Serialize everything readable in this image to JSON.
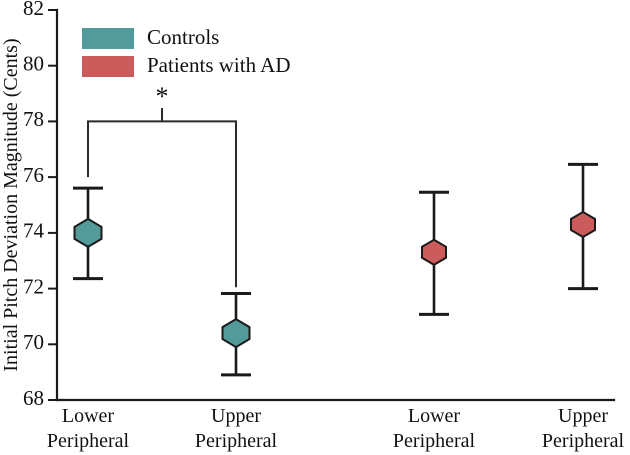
{
  "chart_data": {
    "type": "scatter",
    "title": "",
    "xlabel": "",
    "ylabel": "Initial Pitch Deviation Magnitude (Cents)",
    "ylim": [
      68,
      82
    ],
    "yticks": [
      68,
      70,
      72,
      74,
      76,
      78,
      80,
      82
    ],
    "ytick_labels": [
      "68",
      "70",
      "72",
      "74",
      "76",
      "78",
      "80",
      "82"
    ],
    "grid": false,
    "legend_position": "top-left",
    "categories": [
      "Lower Peripheral",
      "Upper Peripheral",
      "Lower Peripheral",
      "Upper Peripheral"
    ],
    "category_lines": [
      [
        "Lower",
        "Peripheral"
      ],
      [
        "Upper",
        "Peripheral"
      ],
      [
        "Lower",
        "Peripheral"
      ],
      [
        "Upper",
        "Peripheral"
      ]
    ],
    "series": [
      {
        "name": "Controls",
        "color": "#539a9b",
        "points": [
          {
            "category": "Lower Peripheral",
            "x_index": 0,
            "value": 74.0,
            "ci_low": 72.35,
            "ci_high": 75.6
          },
          {
            "category": "Upper Peripheral",
            "x_index": 1,
            "value": 70.4,
            "ci_low": 68.9,
            "ci_high": 71.8
          }
        ]
      },
      {
        "name": "Patients with AD",
        "color": "#cc5c5c",
        "points": [
          {
            "category": "Lower Peripheral",
            "x_index": 2,
            "value": 73.25,
            "ci_low": 71.1,
            "ci_high": 75.45
          },
          {
            "category": "Upper Peripheral",
            "x_index": 3,
            "value": 74.25,
            "ci_low": 72.0,
            "ci_high": 76.5
          }
        ]
      }
    ],
    "annotations": [
      {
        "type": "significance-bracket",
        "label": "*",
        "from_index": 0,
        "to_index": 1,
        "bar_value": 78.0,
        "left_arm_value": 76.0,
        "right_arm_value": 72.05
      }
    ]
  },
  "legend": {
    "items": [
      {
        "label": "Controls",
        "color": "#539a9b"
      },
      {
        "label": "Patients with AD",
        "color": "#cc5c5c"
      }
    ]
  },
  "axes": {
    "y_title": "Initial Pitch Deviation Magnitude (Cents)"
  }
}
